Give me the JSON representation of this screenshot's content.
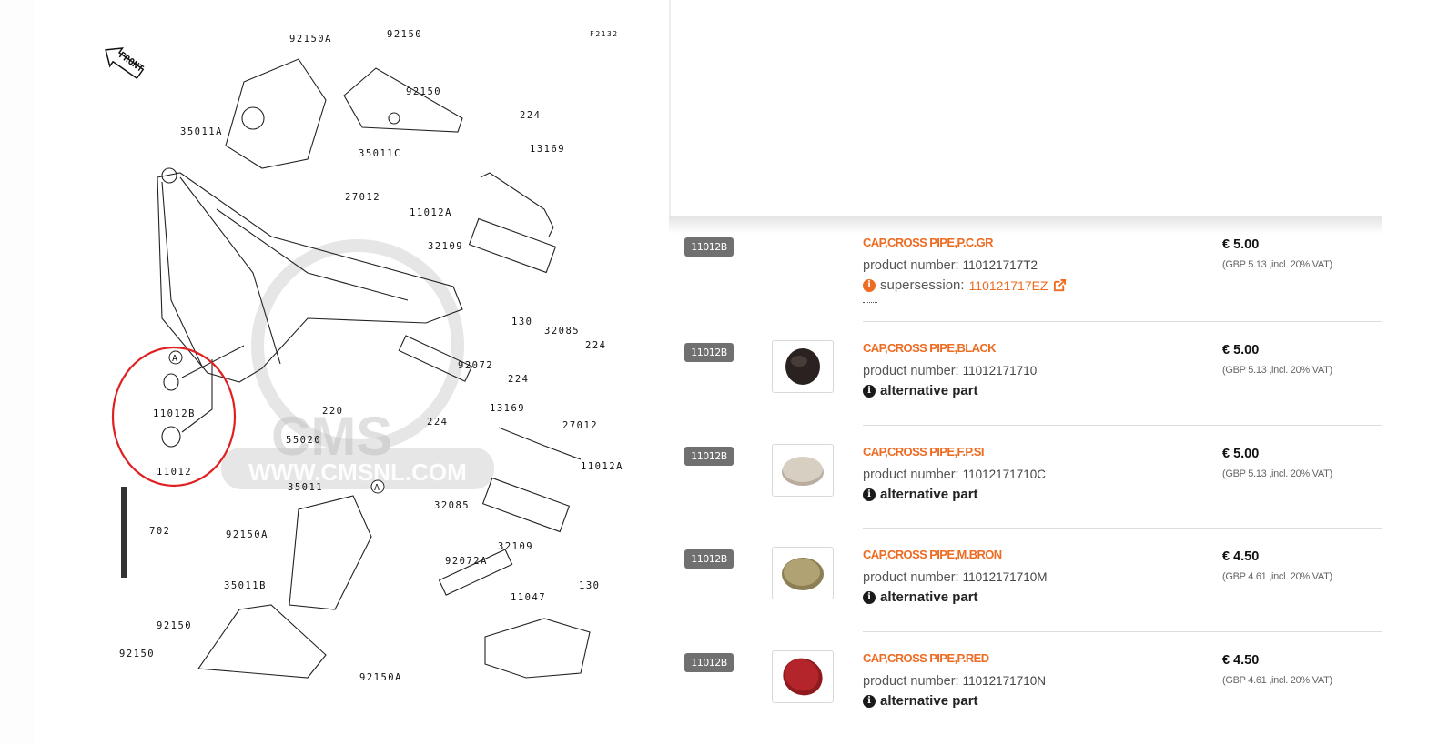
{
  "diagram": {
    "figure_code": "F2132",
    "front_label": "FRONT",
    "watermark": "WWW.CMSNL.COM",
    "watermark_logo": "CMS",
    "callout_ref": "A",
    "highlight_color": "#e02020",
    "labels": {
      "l92150A_top": "92150A",
      "l92150_top": "92150",
      "l92150_mid": "92150",
      "l35011A": "35011A",
      "l35011C": "35011C",
      "l224_top": "224",
      "l13169_top": "13169",
      "l27012_top": "27012",
      "l11012A_top": "11012A",
      "l32109_top": "32109",
      "l130_top": "130",
      "l32085_top": "32085",
      "l224_r": "224",
      "l92072": "92072",
      "l224_mid": "224",
      "l13169_mid": "13169",
      "l27012_mid": "27012",
      "l11012A_mid": "11012A",
      "l220": "220",
      "l55020": "55020",
      "l224_low": "224",
      "l32085_low": "32085",
      "l11012B": "11012B",
      "l11012": "11012",
      "l35011": "35011",
      "l702": "702",
      "l92150A_low": "92150A",
      "l35011B": "35011B",
      "l32109_low": "32109",
      "l130_low": "130",
      "l92072A": "92072A",
      "l11047": "11047",
      "l92150_low1": "92150",
      "l92150_low2": "92150",
      "l92150A_bottom": "92150A"
    }
  },
  "colors": {
    "accent": "#ee6b22",
    "badge_bg": "#707070",
    "text_dark": "#111111"
  },
  "parts": [
    {
      "ref": "11012B",
      "title": "CAP,CROSS PIPE,P.C.GR",
      "product_number_label": "product number:",
      "product_number": "110121717T2",
      "has_image": false,
      "note_type": "supersession",
      "note_label": "supersession:",
      "note_link": "110121717EZ",
      "price_eur": "€ 5.00",
      "price_gbp": "(GBP 5.13 ,incl. 20% VAT)"
    },
    {
      "ref": "11012B",
      "title": "CAP,CROSS PIPE,BLACK",
      "product_number_label": "product number:",
      "product_number": "11012171710",
      "has_image": true,
      "image_color": "#2a2220",
      "note_type": "alternative",
      "note_label": "alternative part",
      "price_eur": "€ 5.00",
      "price_gbp": "(GBP 5.13 ,incl. 20% VAT)"
    },
    {
      "ref": "11012B",
      "title": "CAP,CROSS PIPE,F.P.SI",
      "product_number_label": "product number:",
      "product_number": "11012171710C",
      "has_image": true,
      "image_color": "#cfc5b8",
      "note_type": "alternative",
      "note_label": "alternative part",
      "price_eur": "€ 5.00",
      "price_gbp": "(GBP 5.13 ,incl. 20% VAT)"
    },
    {
      "ref": "11012B",
      "title": "CAP,CROSS PIPE,M.BRON",
      "product_number_label": "product number:",
      "product_number": "11012171710M",
      "has_image": true,
      "image_color": "#a89a6c",
      "note_type": "alternative",
      "note_label": "alternative part",
      "price_eur": "€ 4.50",
      "price_gbp": "(GBP 4.61 ,incl. 20% VAT)"
    },
    {
      "ref": "11012B",
      "title": "CAP,CROSS PIPE,P.RED",
      "product_number_label": "product number:",
      "product_number": "11012171710N",
      "has_image": true,
      "image_color": "#b3252a",
      "note_type": "alternative",
      "note_label": "alternative part",
      "price_eur": "€ 4.50",
      "price_gbp": "(GBP 4.61 ,incl. 20% VAT)"
    }
  ]
}
